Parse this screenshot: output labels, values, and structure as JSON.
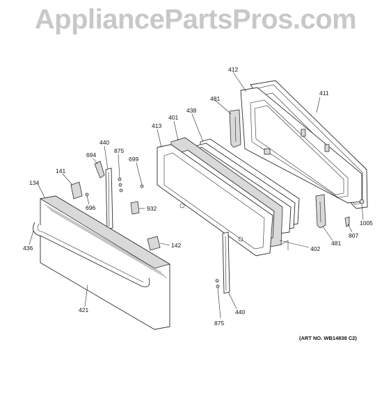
{
  "watermark": "AppliancePartsPros.com",
  "art_number": "(ART NO. WB14838 C2)",
  "callouts": {
    "c412": "412",
    "c411": "411",
    "c481_top": "481",
    "c438": "438",
    "c401": "401",
    "c413": "413",
    "c440_top": "440",
    "c875_top": "875",
    "c694": "694",
    "c699": "699",
    "c141": "141",
    "c134": "134",
    "c696": "696",
    "c932": "932",
    "c436": "436",
    "c142": "142",
    "c402": "402",
    "c481_bottom": "481",
    "c807": "807",
    "c1005": "1005",
    "c421": "421",
    "c875_bottom": "875",
    "c440_bottom": "440"
  }
}
